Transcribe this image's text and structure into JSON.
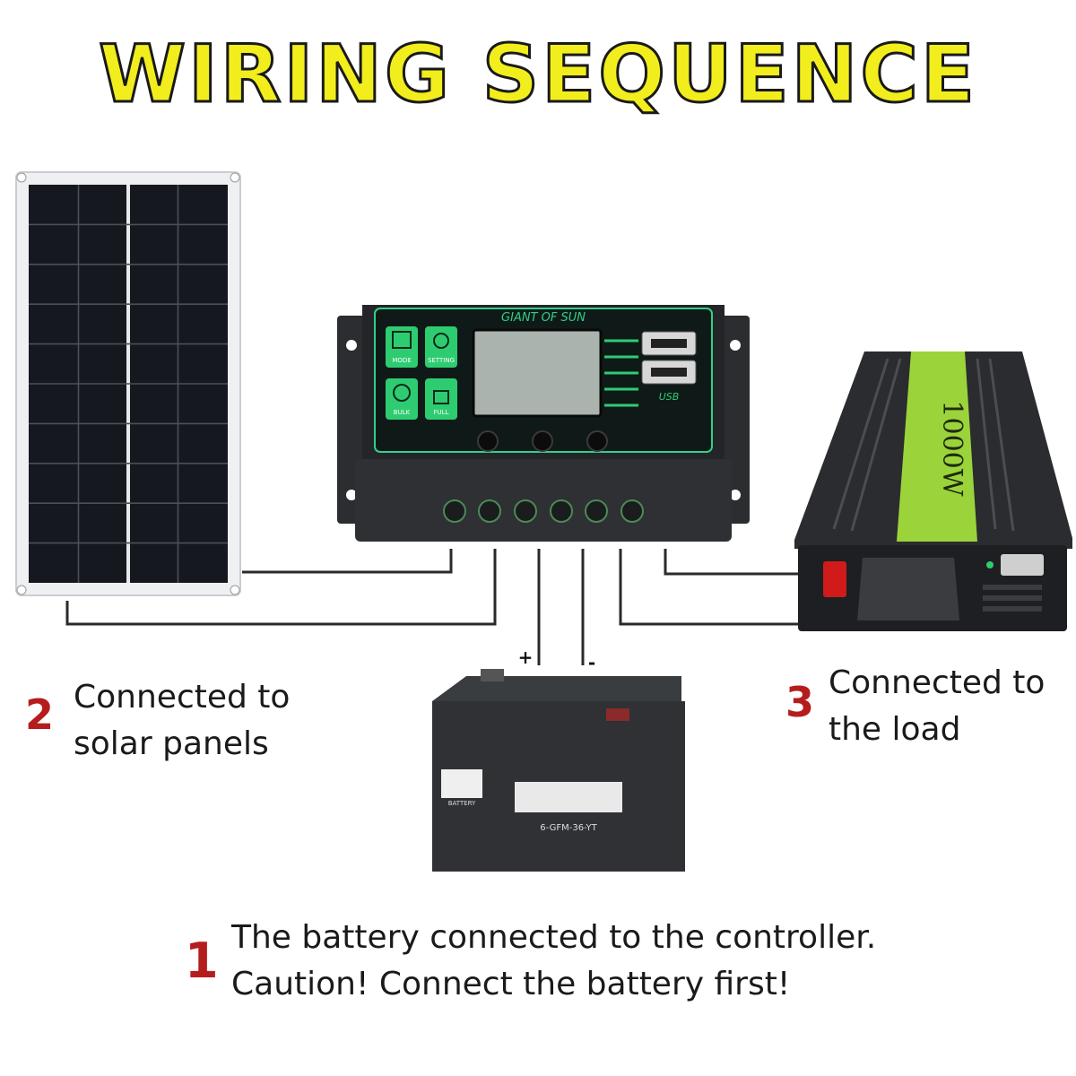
{
  "title": "WIRING SEQUENCE",
  "controller": {
    "brand": "GIANT OF SUN",
    "usb_label": "USB",
    "tiles": [
      "MODE",
      "SETTING",
      "BULK",
      "FULL"
    ]
  },
  "inverter": {
    "rating": "1000W"
  },
  "battery": {
    "model": "6-GFM-36-YT",
    "brand": "BATTERY",
    "plus": "+",
    "minus": "-"
  },
  "steps": [
    {
      "number": "1",
      "lines": [
        "The battery connected to the controller.",
        "Caution! Connect the battery first!"
      ]
    },
    {
      "number": "2",
      "lines": [
        "Connected to",
        "solar panels"
      ]
    },
    {
      "number": "3",
      "lines": [
        "Connected to",
        "the load"
      ]
    }
  ],
  "colors": {
    "title_fill": "#f2ee1d",
    "step_number": "#b51d1d",
    "controller_accent": "#2ecc71",
    "inverter_accent": "#9bd43a"
  }
}
